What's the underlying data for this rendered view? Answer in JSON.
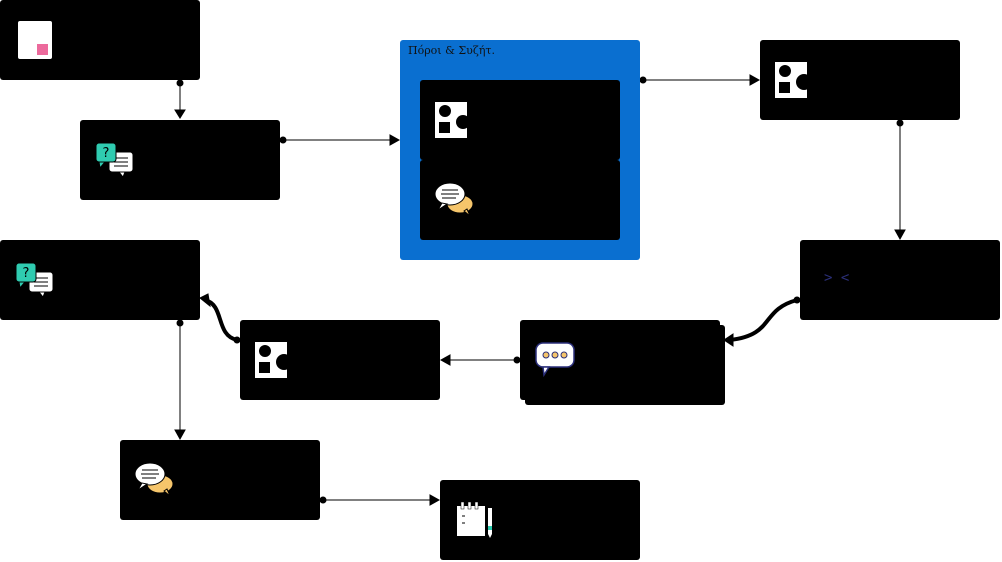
{
  "group": {
    "title": "Πόροι & Συζήτ."
  },
  "nodes": [
    {
      "id": "n-doc",
      "icon": "document-icon"
    },
    {
      "id": "n-qa-1",
      "icon": "question-answer-icon"
    },
    {
      "id": "n-shapes-top",
      "icon": "shapes-icon"
    },
    {
      "id": "n-chat-in-group",
      "icon": "chat-bubbles-icon"
    },
    {
      "id": "n-shapes-right",
      "icon": "shapes-icon"
    },
    {
      "id": "n-code",
      "icon": "code-icon",
      "text": "> <"
    },
    {
      "id": "n-qa-2",
      "icon": "question-answer-icon"
    },
    {
      "id": "n-shapes-mid",
      "icon": "shapes-icon"
    },
    {
      "id": "n-speech",
      "icon": "speech-bubble-icon"
    },
    {
      "id": "n-chat-bottom",
      "icon": "chat-bubbles-icon"
    },
    {
      "id": "n-notes",
      "icon": "notes-pencil-icon"
    }
  ],
  "colors": {
    "group": "#0a6fd0",
    "node": "#000000",
    "accent-pink": "#ec6a9c",
    "accent-teal": "#2fcbb0",
    "accent-yellow": "#f5c56b"
  }
}
